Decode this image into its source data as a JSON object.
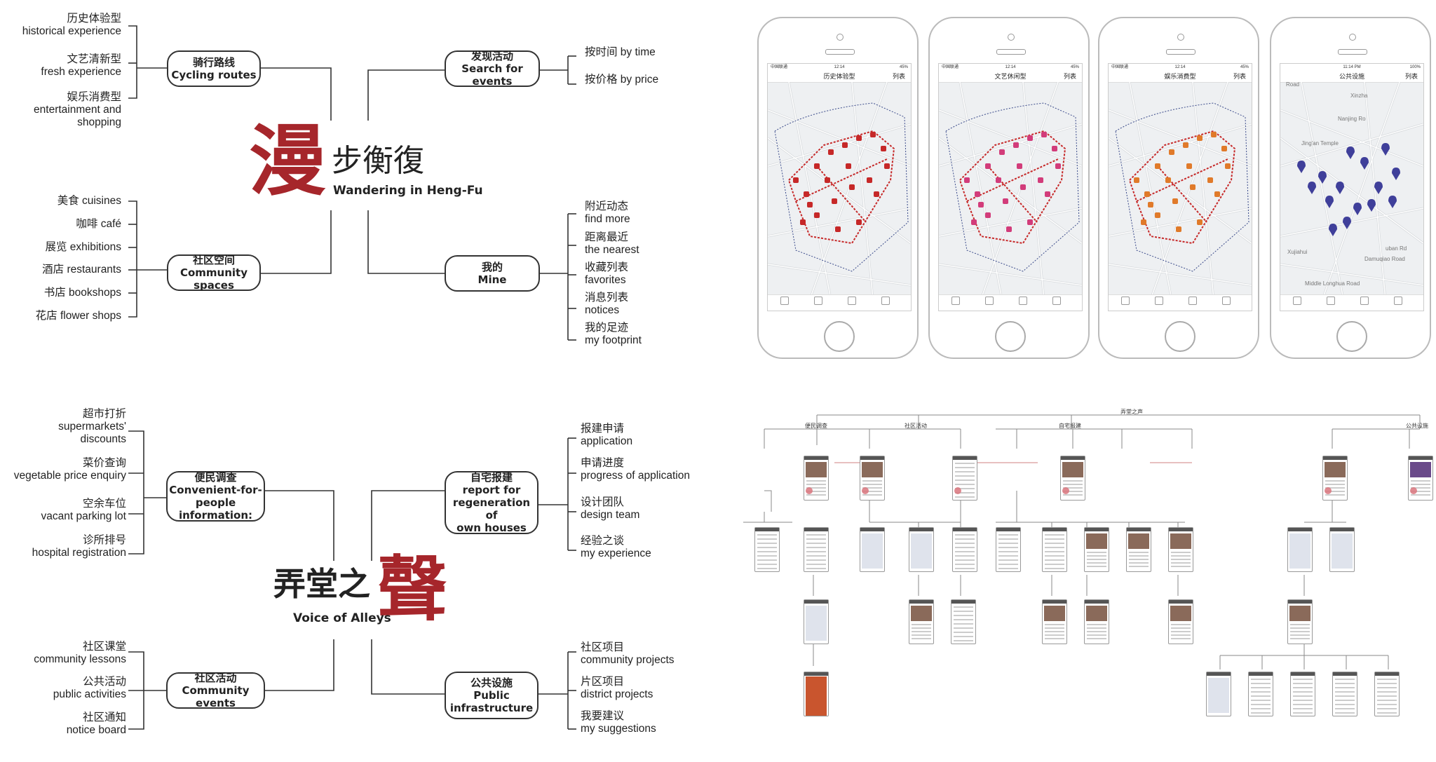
{
  "top_map": {
    "center_title": "漫",
    "center_title_rest": "步衡復",
    "center_subtitle": "Wandering in Heng-Fu",
    "node_cycling": {
      "zh": "骑行路线",
      "en": "Cycling routes"
    },
    "node_community_spaces": {
      "zh": "社区空间",
      "en": "Community spaces"
    },
    "node_search_events": {
      "zh": "发现活动",
      "en": "Search for events"
    },
    "node_mine": {
      "zh": "我的",
      "en": "Mine"
    },
    "cycling_items": [
      {
        "zh": "历史体验型",
        "en": "historical experience"
      },
      {
        "zh": "文艺清新型",
        "en": "fresh experience"
      },
      {
        "zh": "娱乐消费型",
        "en1": "entertainment and",
        "en2": "shopping"
      }
    ],
    "space_items": [
      "美食 cuisines",
      "咖啡 café",
      "展览 exhibitions",
      "酒店 restaurants",
      "书店 bookshops",
      "花店 flower shops"
    ],
    "event_items": [
      "按时间  by time",
      "按价格  by price"
    ],
    "mine_items": [
      {
        "zh": "附近动态",
        "en": "find more"
      },
      {
        "zh": "距离最近",
        "en": "the nearest"
      },
      {
        "zh": "收藏列表",
        "en": "favorites"
      },
      {
        "zh": "消息列表",
        "en": "notices"
      },
      {
        "zh": "我的足迹",
        "en": "my footprint"
      }
    ]
  },
  "bottom_map": {
    "center_title": "弄堂之",
    "center_title_big": "聲",
    "center_subtitle": "Voice of Alleys",
    "node_convenient": {
      "l1": "便民调查",
      "l2": "Convenient-for-",
      "l3": "people information:"
    },
    "node_community_events": {
      "zh": "社区活动",
      "en": "Community events"
    },
    "node_report": {
      "l1": "自宅报建",
      "l2": "report for",
      "l3": "regeneration of",
      "l4": "own houses"
    },
    "node_public": {
      "l1": "公共设施",
      "l2": "Public",
      "l3": "infrastructure"
    },
    "convenient_items": [
      {
        "zh": "超市打折",
        "en1": "supermarkets'",
        "en2": "discounts"
      },
      {
        "zh": "菜价查询",
        "en": "vegetable price enquiry"
      },
      {
        "zh": "空余车位",
        "en": "vacant parking lot"
      },
      {
        "zh": "诊所排号",
        "en": "hospital registration"
      }
    ],
    "event_items": [
      {
        "zh": "社区课堂",
        "en": "community lessons"
      },
      {
        "zh": "公共活动",
        "en": "public activities"
      },
      {
        "zh": "社区通知",
        "en": "notice board"
      }
    ],
    "report_items": [
      {
        "zh": "报建申请",
        "en": "application"
      },
      {
        "zh": "申请进度",
        "en": "progress of application"
      },
      {
        "zh": "设计团队",
        "en": "design team"
      },
      {
        "zh": "经验之谈",
        "en": "my experience"
      }
    ],
    "public_items": [
      {
        "zh": "社区项目",
        "en": "community projects"
      },
      {
        "zh": "片区项目",
        "en": "district projects"
      },
      {
        "zh": "我要建议",
        "en": "my suggestions"
      }
    ]
  },
  "phones": [
    {
      "carrier": "中国联通",
      "time": "12:14",
      "battery": "45%",
      "title": "历史体验型",
      "right": "列表"
    },
    {
      "carrier": "中国联通",
      "time": "12:14",
      "battery": "45%",
      "title": "文艺休闲型",
      "right": "列表"
    },
    {
      "carrier": "中国联通",
      "time": "12:14",
      "battery": "45%",
      "title": "娱乐消费型",
      "right": "列表"
    },
    {
      "carrier": "",
      "time": "11:14 PM",
      "battery": "100%",
      "title": "公共设施",
      "right": "列表"
    }
  ],
  "map_labels": {
    "road": "Road",
    "xinzha": "Xinzha",
    "nanjing": "Nanjing Ro",
    "temple": "Jing'an Temple",
    "damuqiao": "Damuqiao Road",
    "middle_longhua": "Middle Longhua Road",
    "xujiahui": "Xujiahui",
    "dapu": "uban Rd"
  },
  "tree": {
    "root": "弄堂之声",
    "branches": [
      "便民调查",
      "社区活动",
      "自宅报建",
      "公共设施"
    ]
  },
  "colors": {
    "red": "#a6262b",
    "route": "#c62828",
    "node_border": "#333333",
    "marker_blue": "#3f3f9a",
    "marker_orange": "#e07a2a",
    "marker_pink": "#d23c7a"
  }
}
